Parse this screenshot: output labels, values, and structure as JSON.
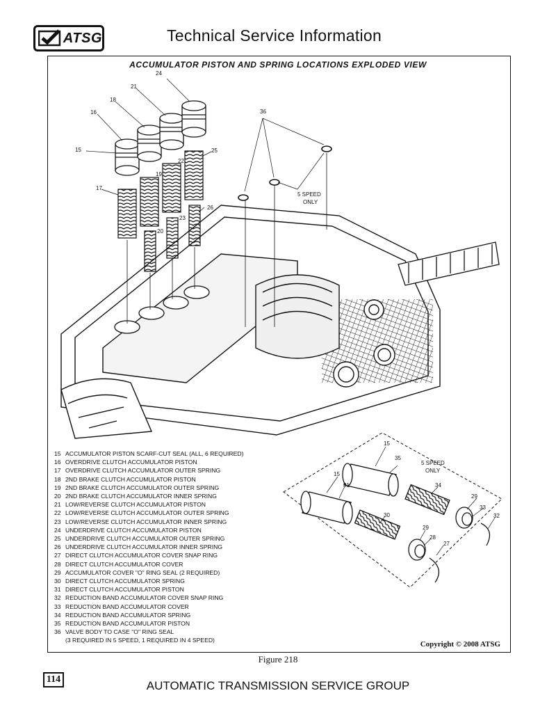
{
  "header": {
    "logo_text": "ATSG",
    "title": "Technical Service Information"
  },
  "figure": {
    "heading": "ACCUMULATOR PISTON AND SPRING LOCATIONS EXPLODED VIEW",
    "callouts": {
      "c24": "24",
      "c21": "21",
      "c18": "18",
      "c16": "16",
      "c15a": "15",
      "c25": "25",
      "c22": "22",
      "c19": "19",
      "c17": "17",
      "c26": "26",
      "c23": "23",
      "c20": "20",
      "c36": "36",
      "speed_a": "5 SPEED",
      "speed_b": "ONLY",
      "i15a": "15",
      "i35": "35",
      "i15b": "15",
      "i31": "31",
      "i34": "34",
      "i29a": "29",
      "i33": "33",
      "i32": "32",
      "i30": "30",
      "i29b": "29",
      "i28": "28",
      "i27": "27",
      "ispeed_a": "5 SPEED",
      "ispeed_b": "ONLY"
    },
    "legend": [
      {
        "num": "15",
        "text": "ACCUMULATOR PISTON SCARF-CUT SEAL  (ALL, 6 REQUIRED)"
      },
      {
        "num": "16",
        "text": "OVERDRIVE CLUTCH ACCUMULATOR PISTON"
      },
      {
        "num": "17",
        "text": "OVERDRIVE CLUTCH ACCUMULATOR OUTER SPRING"
      },
      {
        "num": "18",
        "text": "2ND BRAKE CLUTCH ACCUMULATOR PISTON"
      },
      {
        "num": "19",
        "text": "2ND BRAKE CLUTCH ACCUMULATOR OUTER SPRING"
      },
      {
        "num": "20",
        "text": "2ND BRAKE CLUTCH ACCUMULATOR INNER SPRING"
      },
      {
        "num": "21",
        "text": "LOW/REVERSE CLUTCH ACCUMULATOR PISTON"
      },
      {
        "num": "22",
        "text": "LOW/REVERSE CLUTCH ACCUMULATOR OUTER SPRING"
      },
      {
        "num": "23",
        "text": "LOW/REVERSE CLUTCH ACCUMULATOR INNER SPRING"
      },
      {
        "num": "24",
        "text": "UNDERDRIVE CLUTCH ACCUMULATOR PISTON"
      },
      {
        "num": "25",
        "text": "UNDERDRIVE CLUTCH ACCUMULATOR OUTER SPRING"
      },
      {
        "num": "26",
        "text": "UNDERDRIVE CLUTCH ACCUMULATOR INNER SPRING"
      },
      {
        "num": "27",
        "text": "DIRECT CLUTCH ACCUMULATOR COVER SNAP RING"
      },
      {
        "num": "28",
        "text": "DIRECT CLUTCH ACCUMULATOR COVER"
      },
      {
        "num": "29",
        "text": "ACCUMULATOR COVER \"O\" RING SEAL  (2 REQUIRED)"
      },
      {
        "num": "30",
        "text": "DIRECT CLUTCH ACCUMULATOR SPRING"
      },
      {
        "num": "31",
        "text": "DIRECT CLUTCH ACCUMULATOR PISTON"
      },
      {
        "num": "32",
        "text": "REDUCTION BAND ACCUMULATOR COVER SNAP RING"
      },
      {
        "num": "33",
        "text": "REDUCTION BAND ACCUMULATOR COVER"
      },
      {
        "num": "34",
        "text": "REDUCTION BAND ACCUMULATOR SPRING"
      },
      {
        "num": "35",
        "text": "REDUCTION BAND ACCUMULATOR PISTON"
      },
      {
        "num": "36",
        "text": "VALVE BODY TO CASE \"O\" RING SEAL"
      },
      {
        "num": "",
        "text": "(3 REQUIRED IN 5 SPEED,    1 REQUIRED IN 4 SPEED)"
      }
    ],
    "copyright": "Copyright © 2008 ATSG",
    "caption": "Figure 218"
  },
  "footer": {
    "page_number": "114",
    "org": "AUTOMATIC TRANSMISSION SERVICE GROUP"
  }
}
